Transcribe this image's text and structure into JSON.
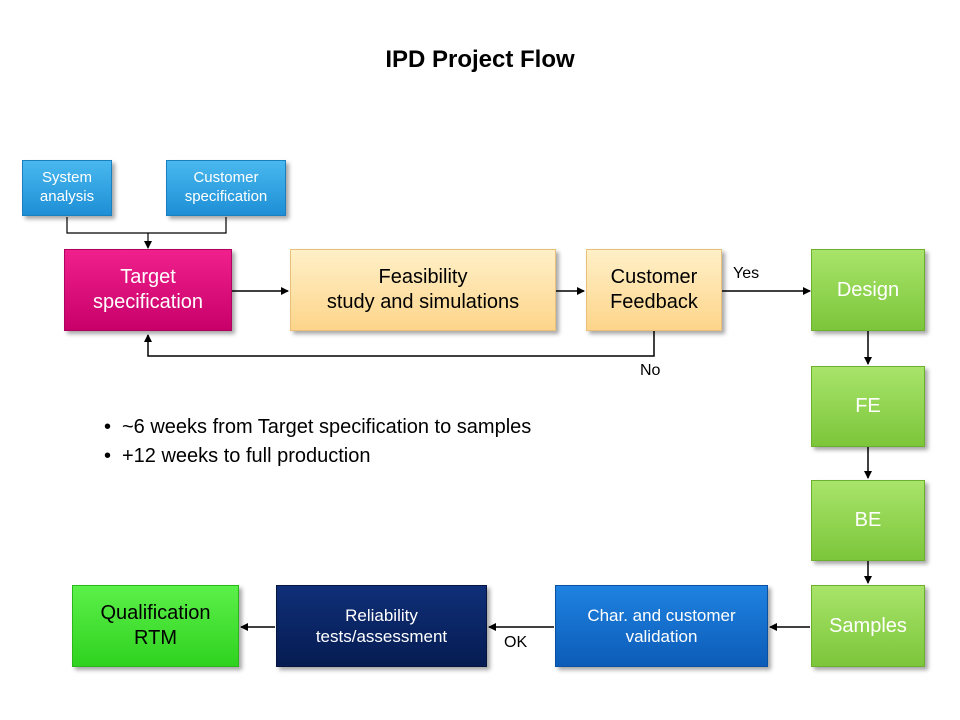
{
  "title": "IPD Project Flow",
  "nodes": {
    "system_analysis": "System\nanalysis",
    "customer_specification": "Customer\nspecification",
    "target_specification": "Target\nspecification",
    "feasibility": "Feasibility\nstudy and simulations",
    "customer_feedback": "Customer\nFeedback",
    "design": "Design",
    "fe": "FE",
    "be": "BE",
    "samples": "Samples",
    "char_validation": "Char. and customer\nvalidation",
    "reliability": "Reliability\ntests/assessment",
    "qualification": "Qualification\nRTM"
  },
  "edge_labels": {
    "yes": "Yes",
    "no": "No",
    "ok": "OK"
  },
  "bullets": [
    "~6 weeks from Target specification to samples",
    "+12 weeks to full production"
  ],
  "bullet_marker": "•",
  "colors": {
    "blue_light": "#2aa0e6",
    "magenta": "#e0107c",
    "peach": "#fde2a8",
    "green": "#92d050",
    "green_bright": "#3ee02c",
    "navy": "#0a2563",
    "blue_mid": "#1470cc"
  }
}
